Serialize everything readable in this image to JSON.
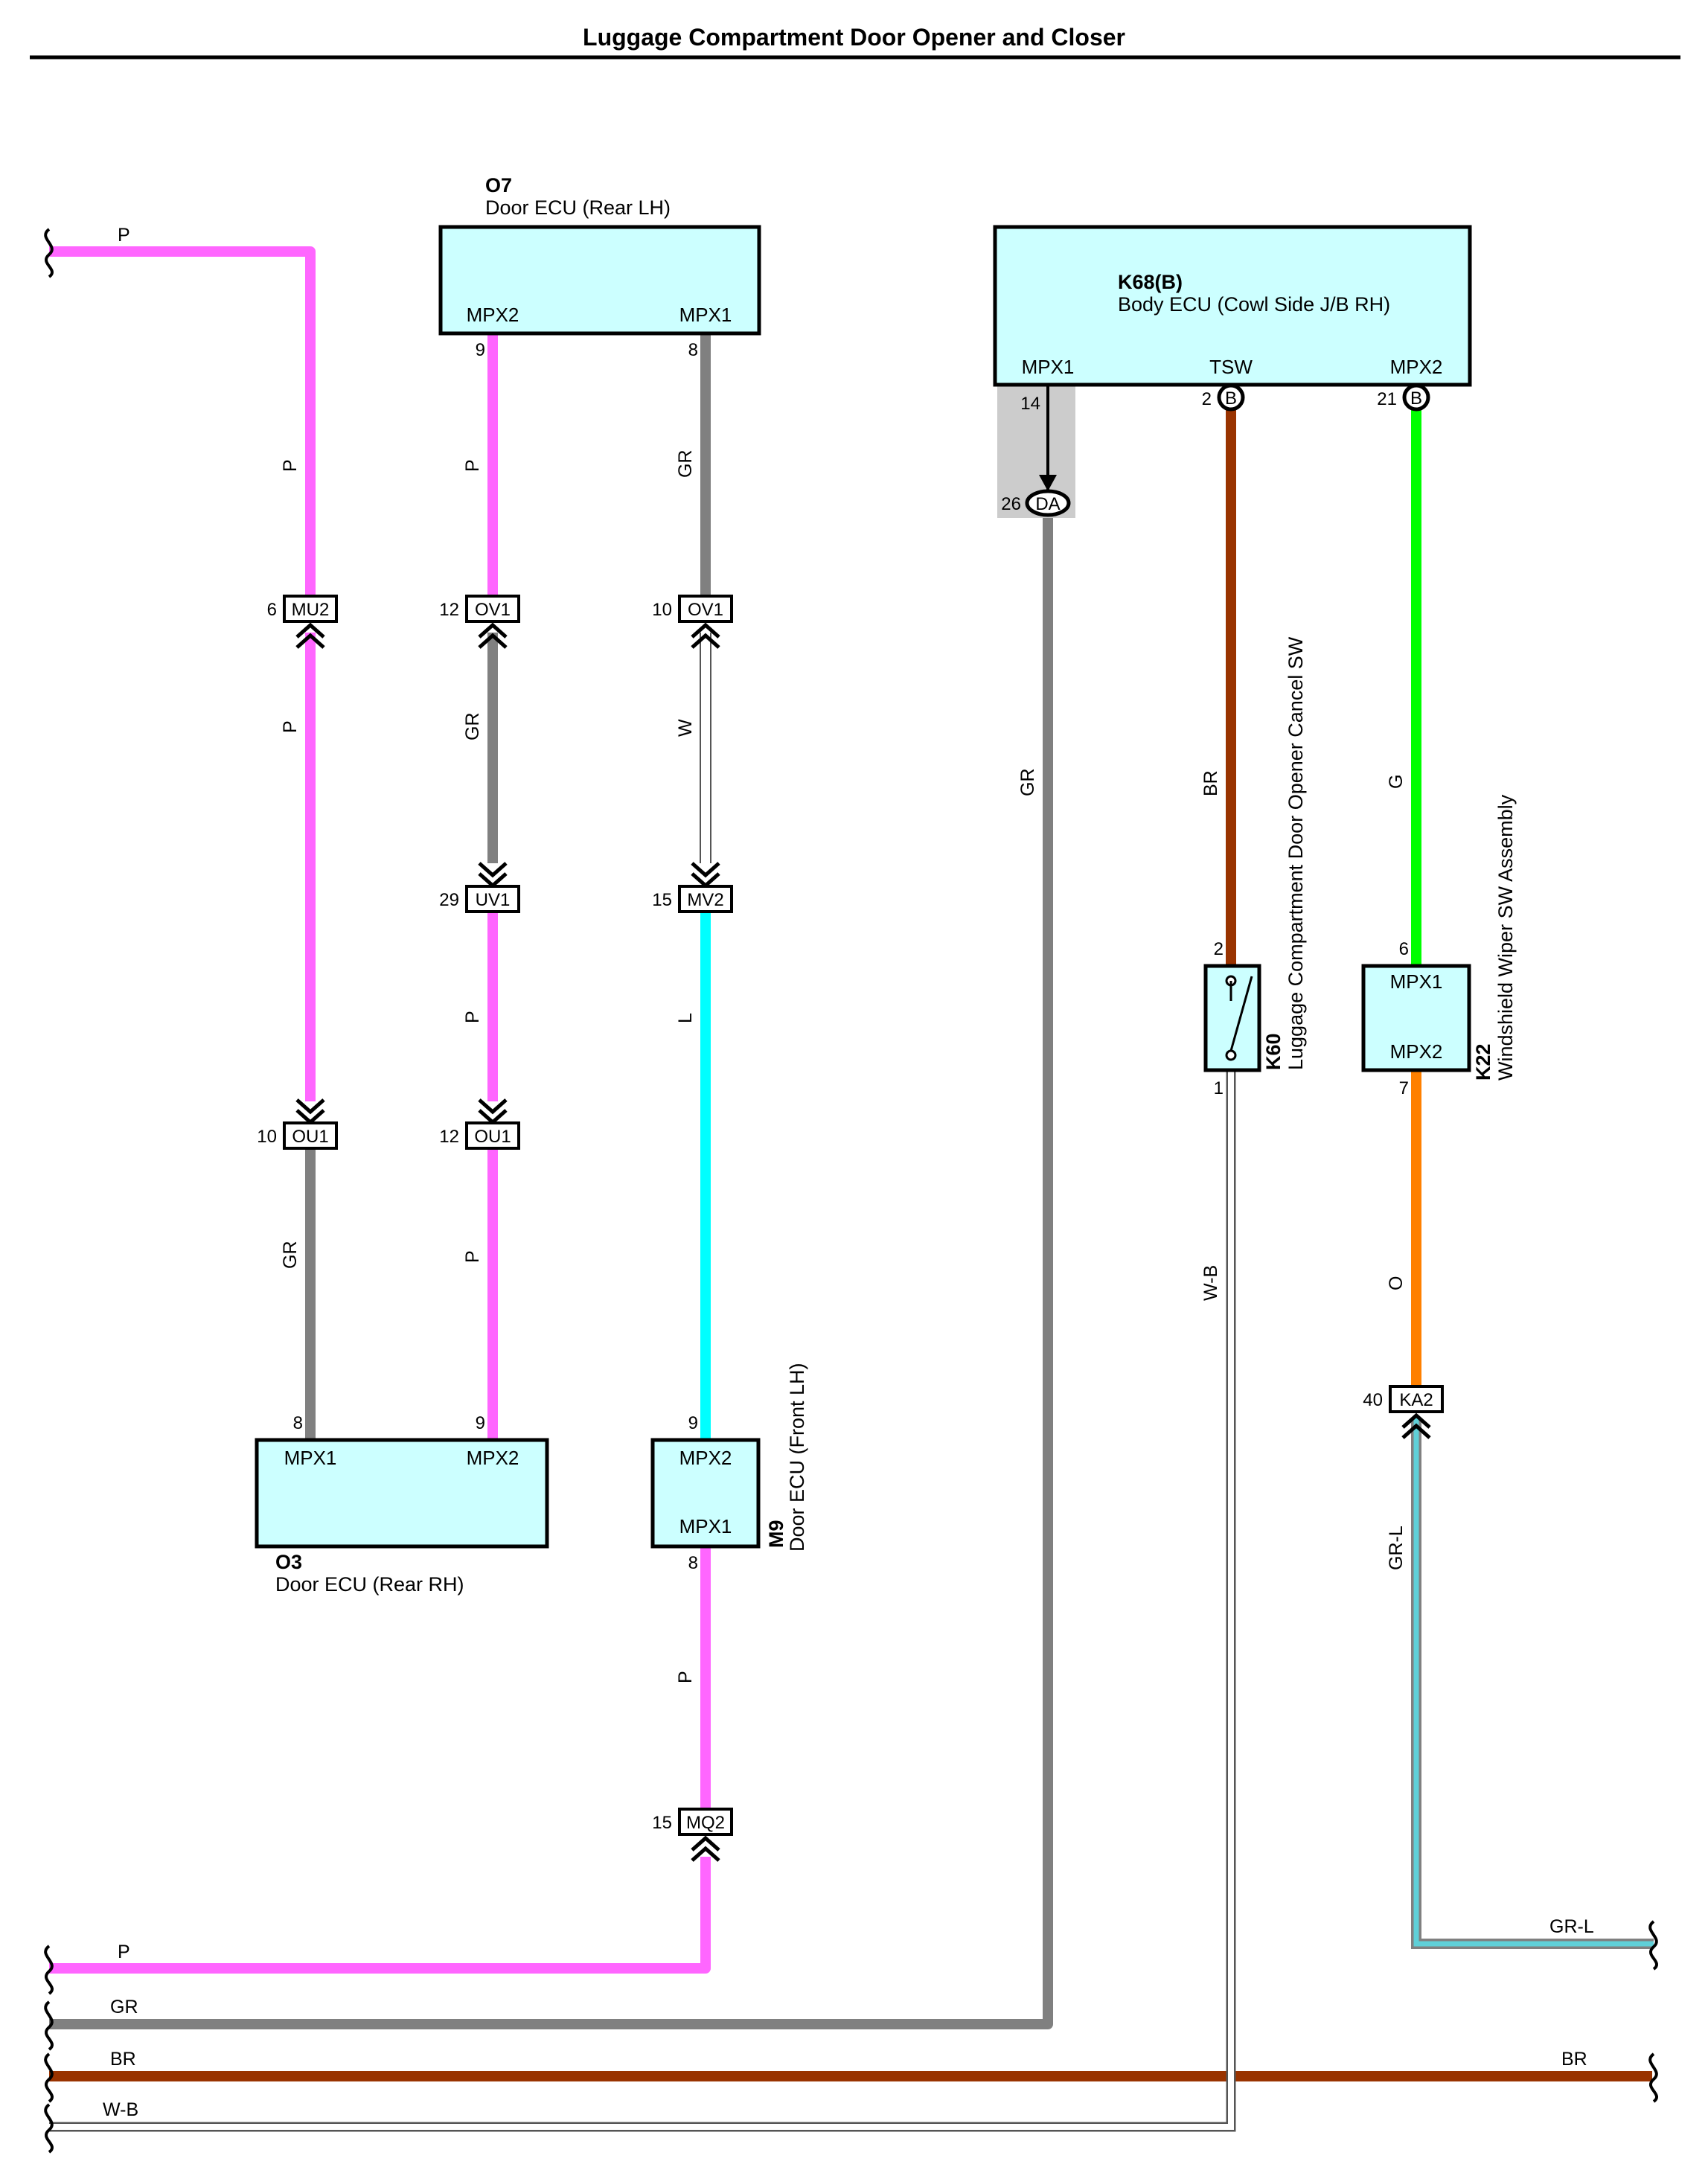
{
  "title": "Luggage Compartment Door Opener and Closer",
  "colors": {
    "P": "#ff66ff",
    "GR": "#808080",
    "W": "#ffffff",
    "L": "#00ffff",
    "BR": "#993300",
    "G": "#00ff00",
    "O": "#ff8000",
    "GR-L": "#5fd0d8",
    "component_fill": "#ccffff"
  },
  "components": [
    {
      "id": "O7",
      "code": "O7",
      "name": "Door ECU (Rear LH)",
      "terminals": [
        "MPX2",
        "MPX1"
      ]
    },
    {
      "id": "K68",
      "code": "K68(B)",
      "name": "Body ECU (Cowl Side J/B RH)",
      "terminals": [
        "MPX1",
        "TSW",
        "MPX2"
      ]
    },
    {
      "id": "O3",
      "code": "O3",
      "name": "Door ECU (Rear RH)",
      "terminals": [
        "MPX1",
        "MPX2"
      ]
    },
    {
      "id": "M9",
      "code": "M9",
      "name": "Door ECU (Front LH)",
      "terminals": [
        "MPX2",
        "MPX1"
      ]
    },
    {
      "id": "K60",
      "code": "K60",
      "name": "Luggage Compartment Door Opener Cancel SW",
      "terminals": []
    },
    {
      "id": "K22",
      "code": "K22",
      "name": "Windshield Wiper SW Assembly",
      "terminals": [
        "MPX1",
        "MPX2"
      ]
    }
  ],
  "connectors": [
    {
      "label": "MU2",
      "pin": "6"
    },
    {
      "label": "OV1",
      "pin": "12"
    },
    {
      "label": "OV1",
      "pin": "10"
    },
    {
      "label": "UV1",
      "pin": "29"
    },
    {
      "label": "MV2",
      "pin": "15"
    },
    {
      "label": "OU1",
      "pin": "10"
    },
    {
      "label": "OU1",
      "pin": "12"
    },
    {
      "label": "MQ2",
      "pin": "15"
    },
    {
      "label": "KA2",
      "pin": "40"
    },
    {
      "label": "DA",
      "pin": "26"
    },
    {
      "label": "B",
      "pin": "2"
    },
    {
      "label": "B",
      "pin": "21"
    }
  ],
  "pins": [
    "9",
    "8",
    "14",
    "8",
    "9",
    "9",
    "8",
    "2",
    "1",
    "6",
    "7"
  ],
  "wire_labels": [
    "P",
    "P",
    "P",
    "GR",
    "P",
    "GR",
    "W",
    "P",
    "L",
    "GR",
    "P",
    "GR",
    "P",
    "BR",
    "G",
    "W-B",
    "O",
    "GR-L",
    "P",
    "GR",
    "BR",
    "W-B",
    "GR-L",
    "BR"
  ]
}
